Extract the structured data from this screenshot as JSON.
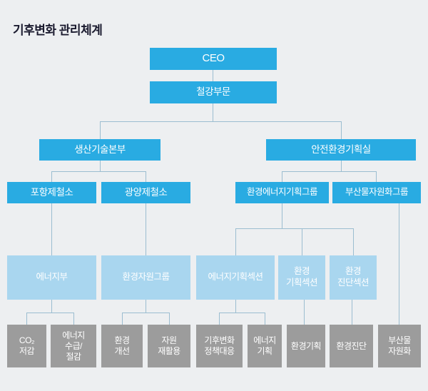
{
  "title": "기후변화 관리체계",
  "colors": {
    "primary": "#29abe2",
    "secondary": "#a9d6ef",
    "tertiary": "#9c9c9c",
    "background": "#edeff1",
    "line": "#9bbdd0",
    "title_text": "#1b1b2f"
  },
  "chart_type": "org-chart",
  "nodes": {
    "ceo": "CEO",
    "steel_division": "철강부문",
    "production_tech_hq": "생산기술본부",
    "safety_env_office": "안전환경기획실",
    "pohang_works": "포항제철소",
    "gwangyang_works": "광양제철소",
    "env_energy_group": "환경에너지기획그룹",
    "byproduct_group": "부산물자원화그룹",
    "energy_dept": "에너지부",
    "env_resource_group": "환경자원그룹",
    "energy_planning_section": "에너지기획섹션",
    "env_planning_section": "환경\n기획섹션",
    "env_diagnosis_section": "환경\n진단섹션",
    "co2_reduction": "CO₂\n저감",
    "energy_supply_saving": "에너지\n수급/\n절감",
    "env_improvement": "환경\n개선",
    "resource_recycling": "자원\n재활용",
    "climate_policy_response": "기후변화\n정책대응",
    "energy_planning": "에너지\n기획",
    "env_planning": "환경기획",
    "env_diagnosis": "환경진단",
    "byproduct_resourcing": "부산물\n자원화"
  }
}
